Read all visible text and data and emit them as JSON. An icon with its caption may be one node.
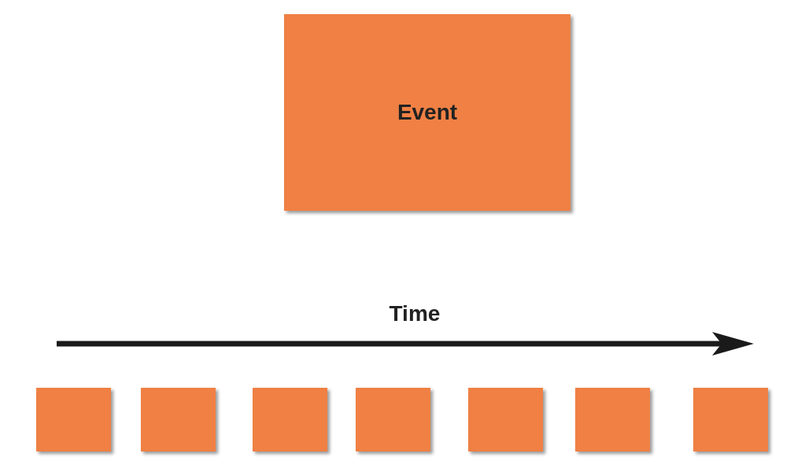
{
  "diagram": {
    "nodes": [
      {
        "text": [
          "Event"
        ]
      },
      {
        "text": [],
        "shape": "box"
      },
      {
        "text": [],
        "shape": "box"
      },
      {
        "text": [],
        "shape": "box"
      },
      {
        "text": [],
        "shape": "box"
      },
      {
        "text": [],
        "shape": "box"
      },
      {
        "text": [],
        "shape": "box"
      },
      {
        "text": [],
        "shape": "box"
      }
    ],
    "edges": [],
    "labels": [
      "Time"
    ]
  }
}
